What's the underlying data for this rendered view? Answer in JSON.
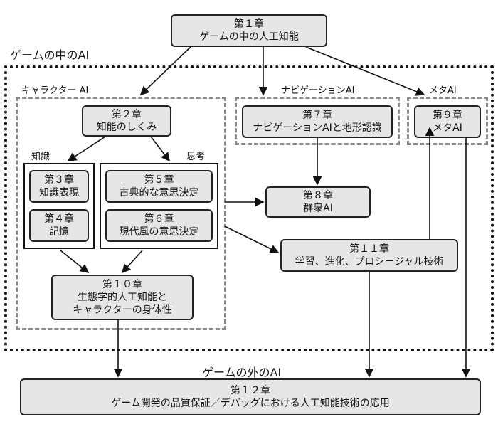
{
  "regions": {
    "game_inner": "ゲームの中のAI",
    "game_outer": "ゲームの外のAI",
    "character": "キャラクター AI",
    "navigation": "ナビゲーションAI",
    "meta": "メタAI",
    "knowledge": "知識",
    "thinking": "思考"
  },
  "chapters": {
    "ch1": {
      "num": "第１章",
      "title": "ゲームの中の人工知能"
    },
    "ch2": {
      "num": "第２章",
      "title": "知能のしくみ"
    },
    "ch3": {
      "num": "第３章",
      "title": "知識表現"
    },
    "ch4": {
      "num": "第４章",
      "title": "記憶"
    },
    "ch5": {
      "num": "第５章",
      "title": "古典的な意思決定"
    },
    "ch6": {
      "num": "第６章",
      "title": "現代風の意思決定"
    },
    "ch7": {
      "num": "第７章",
      "title": "ナビゲーションAIと地形認識"
    },
    "ch8": {
      "num": "第８章",
      "title": "群衆AI"
    },
    "ch9": {
      "num": "第９章",
      "title": "メタAI"
    },
    "ch10": {
      "num": "第１０章",
      "title": "生態学的人工知能と",
      "title2": "キャラクターの身体性"
    },
    "ch11": {
      "num": "第１１章",
      "title": "学習、進化、プロシージャル技術"
    },
    "ch12": {
      "num": "第１２章",
      "title": "ゲーム開発の品質保証／デバッグにおける人工知能技術の応用"
    }
  },
  "colors": {
    "box_fill": "#e6e6e6",
    "dashed_border": "#8a8a8a",
    "line": "#111111"
  }
}
